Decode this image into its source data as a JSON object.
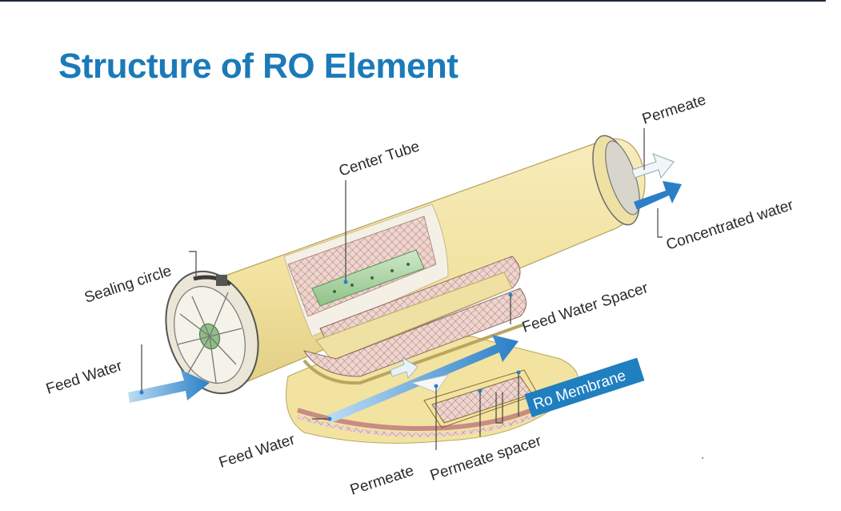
{
  "title": "Structure of RO Element",
  "colors": {
    "title": "#1b7ab8",
    "membrane_badge": "#1f7fbf",
    "arrow_blue": "#2a7fc7",
    "arrow_light": "#9fc9ea",
    "element_body": "#f2e3a1",
    "spacer_mesh": "#c98b85"
  },
  "labels": {
    "permeate_out": "Permeate",
    "center_tube": "Center Tube",
    "concentrated_water": "Concentrated water",
    "sealing_circle": "Sealing circle",
    "feed_water_spacer": "Feed Water Spacer",
    "feed_water_left": "Feed Water",
    "feed_water_center": "Feed Water",
    "ro_membrane": "Ro Membrane",
    "permeate_bottom": "Permeate",
    "permeate_spacer": "Permeate spacer"
  }
}
